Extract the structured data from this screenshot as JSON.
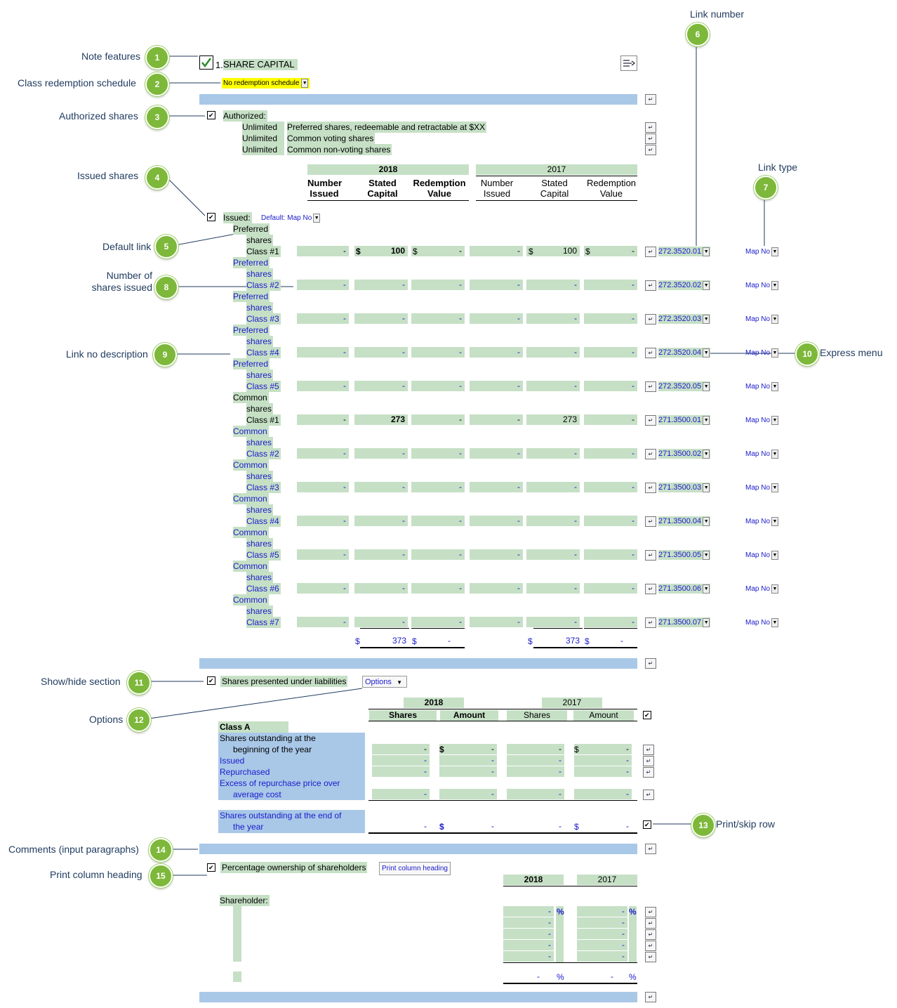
{
  "callouts": [
    {
      "n": "1",
      "label": "Note features"
    },
    {
      "n": "2",
      "label": "Class redemption schedule"
    },
    {
      "n": "3",
      "label": "Authorized shares"
    },
    {
      "n": "4",
      "label": "Issued shares"
    },
    {
      "n": "5",
      "label": "Default link"
    },
    {
      "n": "6",
      "label": "Link number"
    },
    {
      "n": "7",
      "label": "Link type"
    },
    {
      "n": "8",
      "label": "Number of shares issued"
    },
    {
      "n": "9",
      "label": "Link no description"
    },
    {
      "n": "10",
      "label": "Express menu"
    },
    {
      "n": "11",
      "label": "Show/hide section"
    },
    {
      "n": "12",
      "label": "Options"
    },
    {
      "n": "13",
      "label": "Print/skip row"
    },
    {
      "n": "14",
      "label": "Comments (input paragraphs)"
    },
    {
      "n": "15",
      "label": "Print column heading"
    }
  ],
  "note": {
    "number": "1.",
    "title": "SHARE CAPITAL",
    "redemption_schedule": "No redemption schedule"
  },
  "authorized": {
    "heading": "Authorized:",
    "rows": [
      {
        "qty": "Unlimited",
        "desc": "Preferred shares, redeemable and retractable at $XX"
      },
      {
        "qty": "Unlimited",
        "desc": "Common voting shares"
      },
      {
        "qty": "Unlimited",
        "desc": "Common non-voting shares"
      }
    ]
  },
  "issued_table": {
    "year1": "2018",
    "year2": "2017",
    "col1": "Number Issued",
    "col2": "Stated Capital",
    "col3": "Redemption Value",
    "col1a": "Number",
    "col1b": "Issued",
    "col2a": "Stated",
    "col2b": "Capital",
    "col3a": "Redemption",
    "col3b": "Value",
    "issued_label": "Issued:",
    "default_link": "Default: Map No",
    "rows": [
      {
        "t1": "Preferred",
        "t2": "shares",
        "t3": "Class #1",
        "v": [
          "-",
          "100",
          "-",
          "-",
          "100",
          "-"
        ],
        "dollar": true,
        "link": "272.3520.01",
        "map": "Map No"
      },
      {
        "t1": "Preferred",
        "t2": "shares",
        "t3": "Class #2",
        "v": [
          "-",
          "-",
          "-",
          "-",
          "-",
          "-"
        ],
        "link": "272.3520.02",
        "map": "Map No"
      },
      {
        "t1": "Preferred",
        "t2": "shares",
        "t3": "Class #3",
        "v": [
          "-",
          "-",
          "-",
          "-",
          "-",
          "-"
        ],
        "link": "272.3520.03",
        "map": "Map No"
      },
      {
        "t1": "Preferred",
        "t2": "shares",
        "t3": "Class #4",
        "v": [
          "-",
          "-",
          "-",
          "-",
          "-",
          "-"
        ],
        "link": "272.3520.04",
        "map": "Map No"
      },
      {
        "t1": "Preferred",
        "t2": "shares",
        "t3": "Class #5",
        "v": [
          "-",
          "-",
          "-",
          "-",
          "-",
          "-"
        ],
        "link": "272.3520.05",
        "map": "Map No"
      },
      {
        "t1": "Common",
        "t2": "shares",
        "t3": "Class #1",
        "v": [
          "-",
          "273",
          "-",
          "-",
          "273",
          "-"
        ],
        "black": true,
        "link": "271.3500.01",
        "map": "Map No"
      },
      {
        "t1": "Common",
        "t2": "shares",
        "t3": "Class #2",
        "v": [
          "-",
          "-",
          "-",
          "-",
          "-",
          "-"
        ],
        "link": "271.3500.02",
        "map": "Map No"
      },
      {
        "t1": "Common",
        "t2": "shares",
        "t3": "Class #3",
        "v": [
          "-",
          "-",
          "-",
          "-",
          "-",
          "-"
        ],
        "link": "271.3500.03",
        "map": "Map No"
      },
      {
        "t1": "Common",
        "t2": "shares",
        "t3": "Class #4",
        "v": [
          "-",
          "-",
          "-",
          "-",
          "-",
          "-"
        ],
        "link": "271.3500.04",
        "map": "Map No"
      },
      {
        "t1": "Common",
        "t2": "shares",
        "t3": "Class #5",
        "v": [
          "-",
          "-",
          "-",
          "-",
          "-",
          "-"
        ],
        "link": "271.3500.05",
        "map": "Map No"
      },
      {
        "t1": "Common",
        "t2": "shares",
        "t3": "Class #6",
        "v": [
          "-",
          "-",
          "-",
          "-",
          "-",
          "-"
        ],
        "link": "271.3500.06",
        "map": "Map No"
      },
      {
        "t1": "Common",
        "t2": "shares",
        "t3": "Class #7",
        "v": [
          "-",
          "-",
          "-",
          "-",
          "-",
          "-"
        ],
        "link": "271.3500.07",
        "map": "Map No"
      }
    ],
    "totals": {
      "dollar": "$",
      "c2018": "373",
      "r2018": "-",
      "c2017": "373",
      "r2017": "-"
    }
  },
  "liabilities": {
    "heading": "Shares presented under liabilities",
    "options": "Options",
    "year1": "2018",
    "year2": "2017",
    "col_shares": "Shares",
    "col_amount": "Amount",
    "class": "Class A",
    "begin_1": "Shares outstanding at the",
    "begin_2": "beginning of the year",
    "issued": "Issued",
    "repurchased": "Repurchased",
    "excess_1": "Excess of repurchase price over",
    "excess_2": "average cost",
    "end_1": "Shares outstanding at the end of",
    "end_2": "the year",
    "dash": "-",
    "dollar": "$"
  },
  "ownership": {
    "heading": "Percentage ownership of shareholders",
    "print_heading": "Print column heading",
    "year1": "2018",
    "year2": "2017",
    "shareholder": "Shareholder:",
    "dash": "-",
    "pct": "%"
  }
}
